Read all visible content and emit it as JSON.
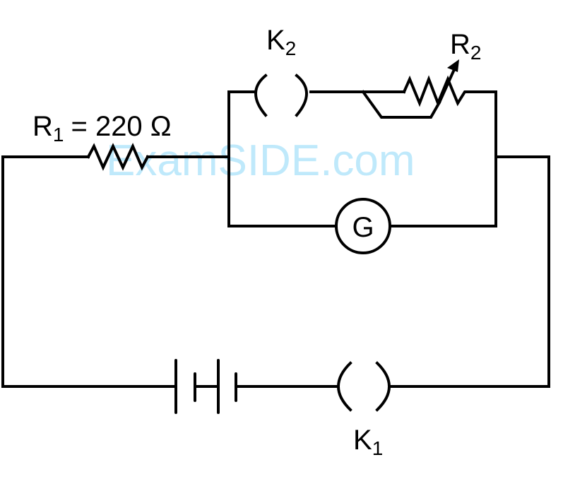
{
  "watermark": "ExamSIDE.com",
  "labels": {
    "r1": {
      "symbol": "R",
      "subscript": "1",
      "value": "= 220 Ω"
    },
    "r2": {
      "symbol": "R",
      "subscript": "2"
    },
    "k1": {
      "symbol": "K",
      "subscript": "1"
    },
    "k2": {
      "symbol": "K",
      "subscript": "2"
    },
    "galvanometer": "G"
  },
  "components": [
    {
      "id": "R1",
      "type": "resistor",
      "resistance_ohm": 220
    },
    {
      "id": "R2",
      "type": "variable-resistor"
    },
    {
      "id": "K1",
      "type": "plug-key"
    },
    {
      "id": "K2",
      "type": "plug-key"
    },
    {
      "id": "G",
      "type": "galvanometer"
    },
    {
      "id": "battery",
      "type": "battery",
      "cells": 2
    }
  ],
  "colors": {
    "wire": "#000000",
    "watermark": "#bfe9fb",
    "background": "#ffffff"
  }
}
